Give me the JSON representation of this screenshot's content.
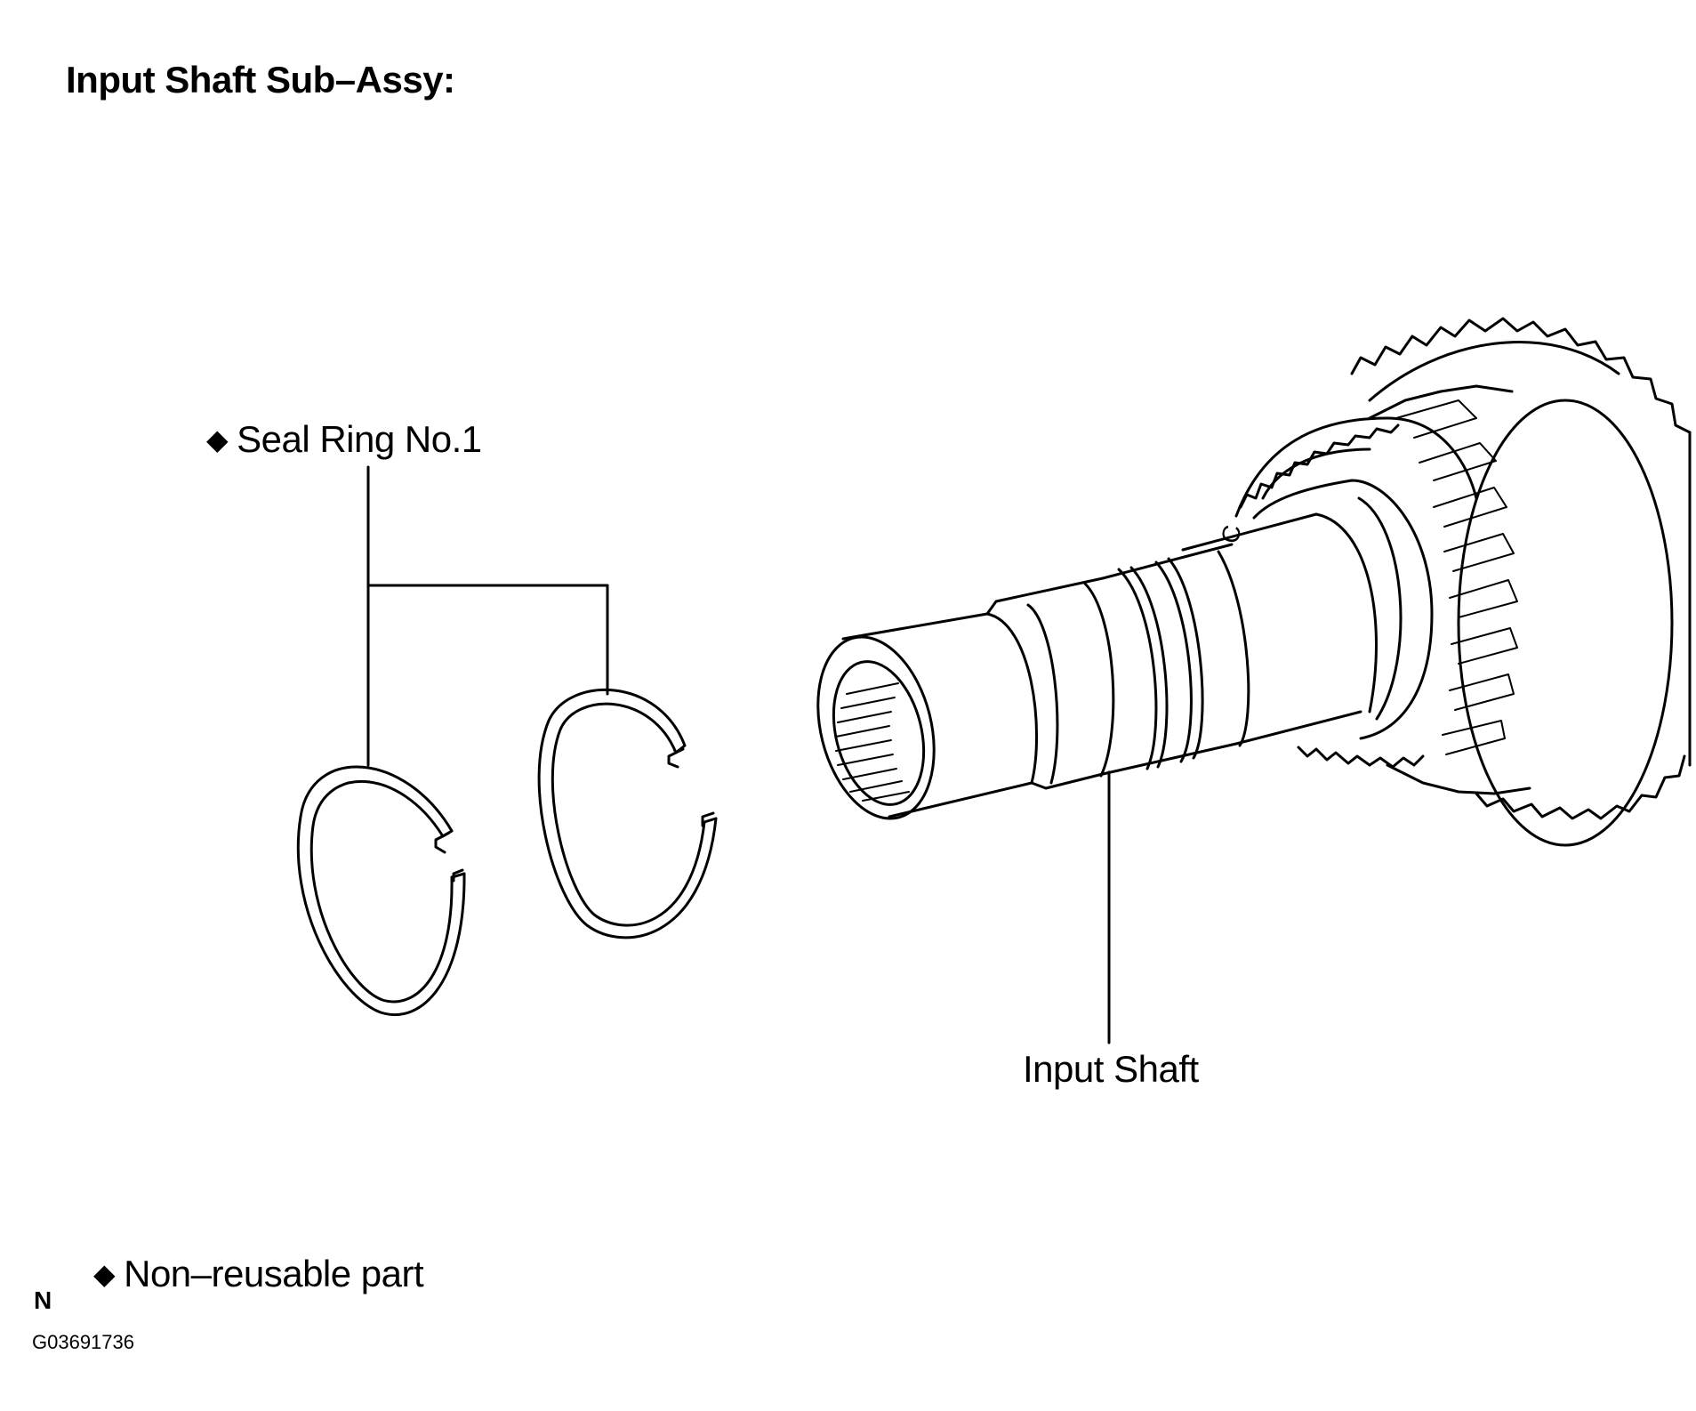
{
  "title": "Input Shaft Sub–Assy:",
  "callouts": {
    "seal_ring": "Seal Ring No.1",
    "input_shaft": "Input Shaft"
  },
  "legend": {
    "symbol": "◆",
    "text": "Non–reusable part"
  },
  "shaft_marking": "C",
  "corner_mark": "N",
  "figure_id": "G03691736",
  "colors": {
    "line": "#000000",
    "background": "#ffffff"
  },
  "icons": {
    "non_reusable_marker": "black-diamond-icon"
  }
}
